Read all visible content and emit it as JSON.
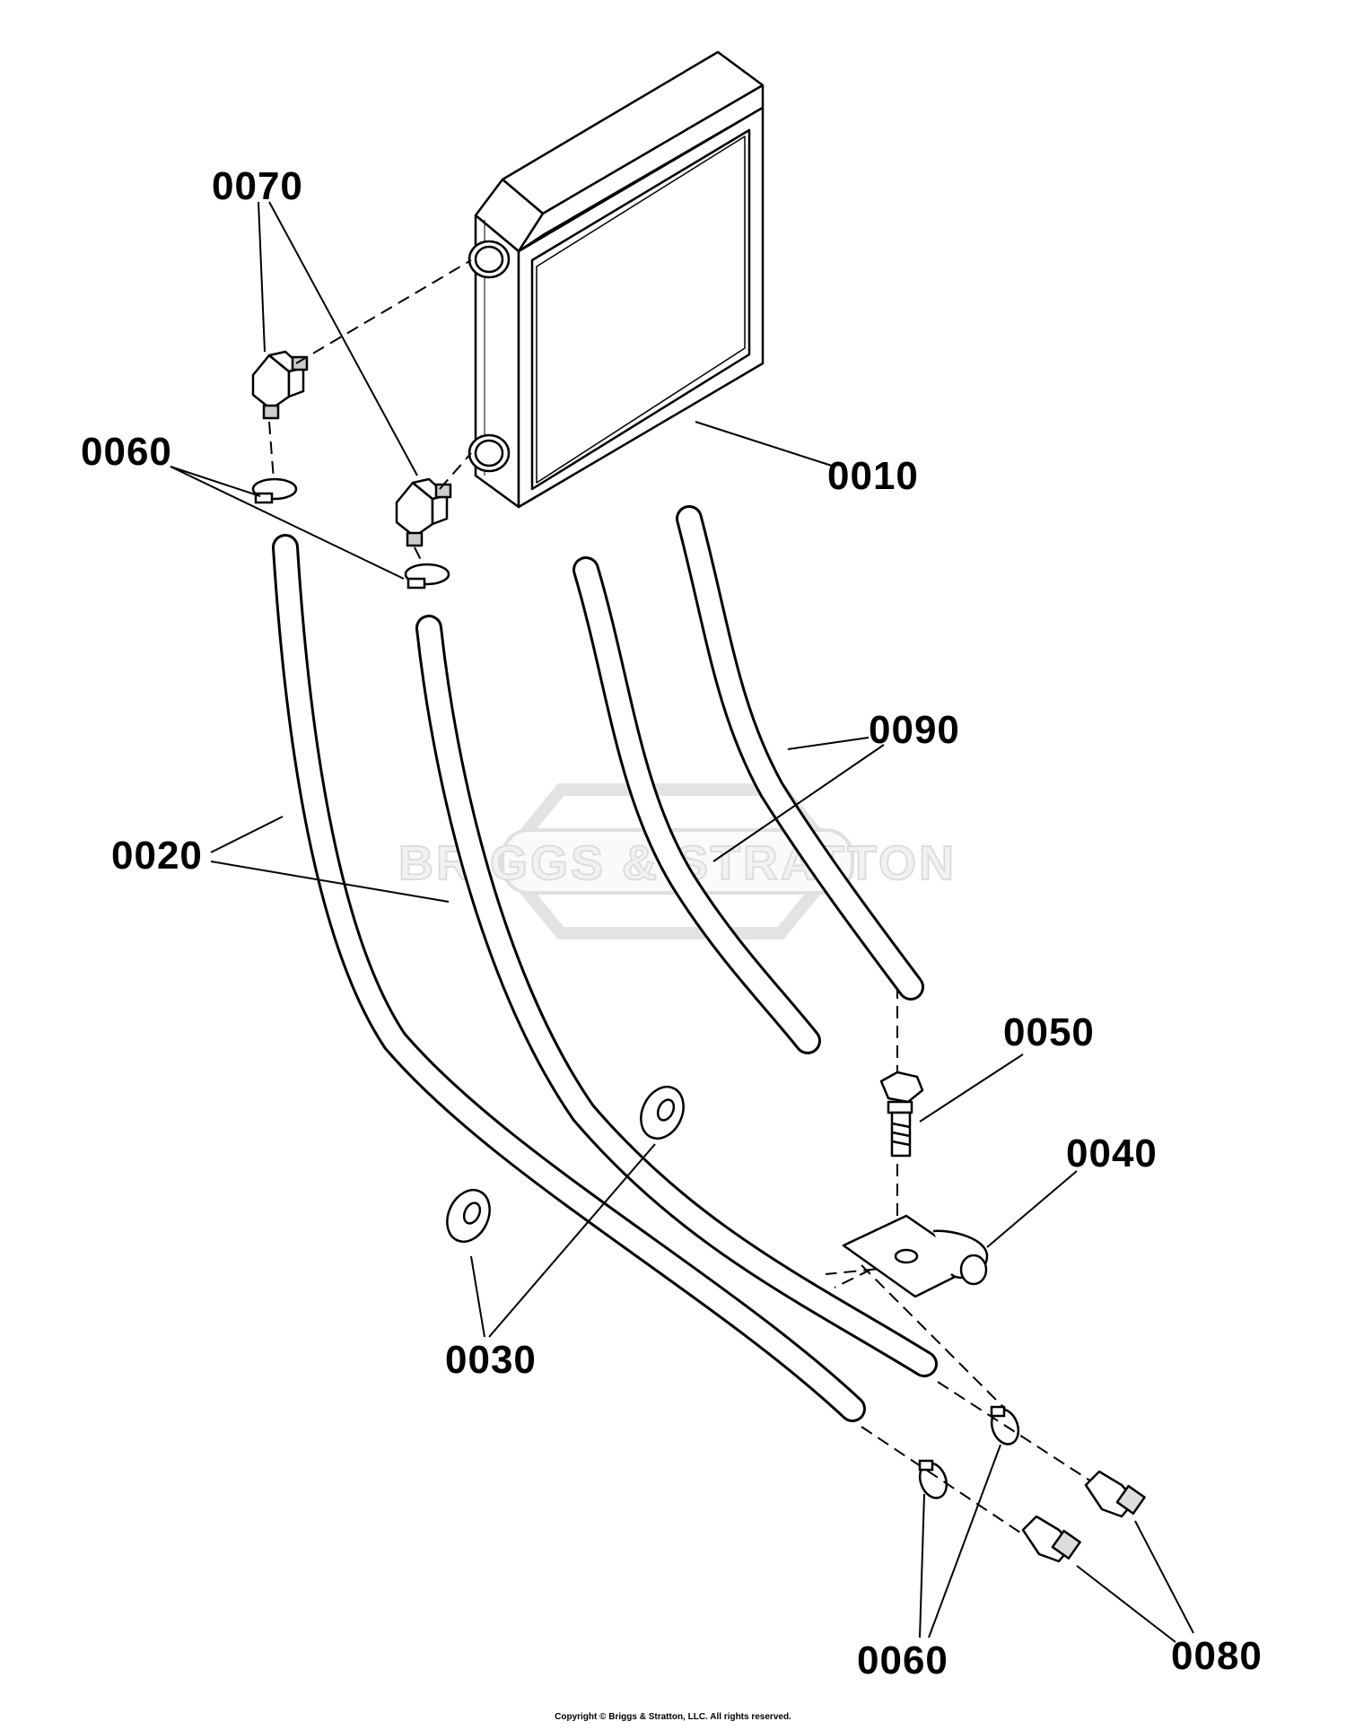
{
  "watermark": {
    "text": "BRIGGS & STRATTON"
  },
  "labels": {
    "p0010": "0010",
    "p0020": "0020",
    "p0030": "0030",
    "p0040": "0040",
    "p0050": "0050",
    "p0060_top": "0060",
    "p0060_bottom": "0060",
    "p0070": "0070",
    "p0080": "0080",
    "p0090": "0090"
  },
  "copyright": "Copyright © Briggs & Stratton, LLC. All rights reserved."
}
